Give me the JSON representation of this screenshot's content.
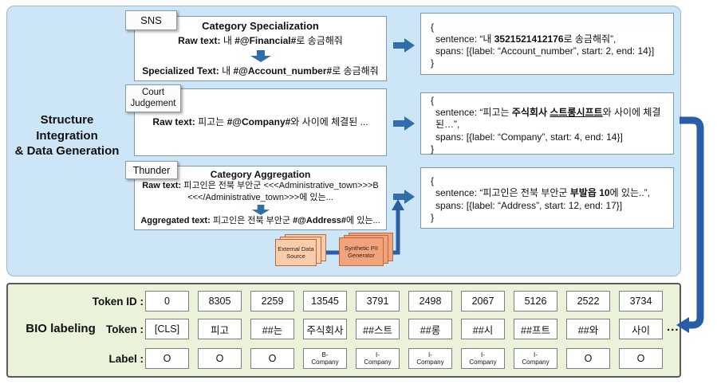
{
  "top_panel": {
    "title": "Structure Integration\n& Data Generation",
    "rows": [
      {
        "tab": "SNS",
        "heading": "Category Specialization",
        "raw": {
          "label": "Raw text: ",
          "pre": "내 ",
          "placeholder": "#@Financial#",
          "post": "로 송금해줘"
        },
        "out": {
          "label": "Specialized Text: ",
          "pre": "내 ",
          "placeholder": "#@Account_number#",
          "post": "로 송금해줘"
        },
        "json": {
          "open": "{",
          "sentence_pre": "sentence: “내 ",
          "sentence_bold": "3521521412176",
          "sentence_post": "로 송금해줘”,",
          "spans": "spans: [{label: “Account_number”, start: 2, end: 14}]",
          "close": "}"
        }
      },
      {
        "tab": "Court\nJudgement",
        "raw": {
          "label": "Raw text: ",
          "pre": "피고는 ",
          "placeholder": "#@Company#",
          "post": "와 사이에 체결된 ..."
        },
        "json": {
          "open": "{",
          "sentence_pre": "sentence: “피고는 ",
          "sentence_bold": "주식회사 ",
          "sentence_underline": "스트롱시프트",
          "sentence_post": "와 사이에 체결된…”,",
          "spans": "spans: [{label: “Company”, start: 4, end: 14}]",
          "close": "}"
        }
      },
      {
        "tab": "Thunder",
        "heading": "Category Aggregation",
        "raw": {
          "label": "Raw text: ",
          "line1": "피고인은 전북 부안군 <<<Administrative_town>>>B",
          "line2": "<<</Administrative_town>>>에 있는..."
        },
        "out": {
          "label": "Aggregated text: ",
          "pre": "피고인은 전북 부안군 ",
          "placeholder": "#@Address#",
          "post": "에 있는..."
        },
        "json": {
          "open": "{",
          "sentence_pre": "sentence: “피고인은 전북 부안군 ",
          "sentence_bold": "부발읍 10",
          "sentence_post": "에 있는..”,",
          "spans": "spans: [{label: “Address”, start: 12, end: 17}]",
          "close": "}"
        }
      }
    ],
    "cards": {
      "external": "External Data\nSource",
      "synthetic": "Synthetic PII\nGenerator"
    }
  },
  "bio": {
    "title": "BIO labeling",
    "row_labels": {
      "token_id": "Token ID :",
      "token": "Token :",
      "label": "Label :"
    },
    "token_ids": [
      "0",
      "8305",
      "2259",
      "13545",
      "3791",
      "2498",
      "2067",
      "5126",
      "2522",
      "3734"
    ],
    "tokens": [
      "[CLS]",
      "피고",
      "##는",
      "주식회사",
      "##스트",
      "##롱",
      "##시",
      "##프트",
      "##와",
      "사이"
    ],
    "labels": [
      "O",
      "O",
      "O",
      "B-\nCompany",
      "I-\nCompany",
      "I-\nCompany",
      "I-\nCompany",
      "I-\nCompany",
      "O",
      "O"
    ],
    "ellipsis": "..."
  }
}
